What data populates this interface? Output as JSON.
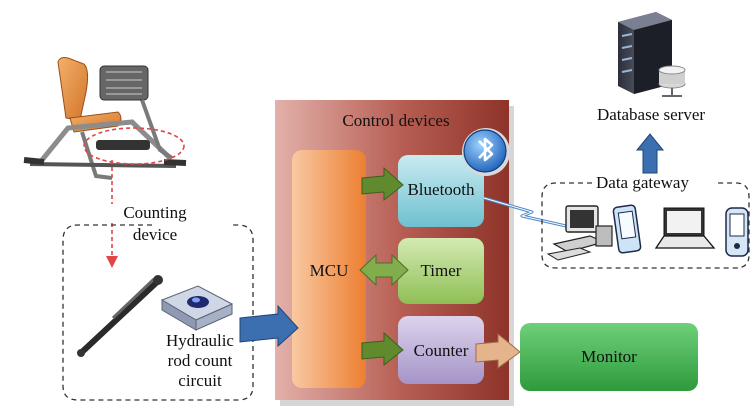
{
  "labels": {
    "control_devices": "Control devices",
    "mcu": "MCU",
    "bluetooth": "Bluetooth",
    "timer": "Timer",
    "counter": "Counter",
    "monitor": "Monitor",
    "database_server": "Database server",
    "data_gateway": "Data gateway",
    "counting_device_line1": "Counting",
    "counting_device_line2": "device",
    "hydraulic_line1": "Hydraulic",
    "hydraulic_line2": "rod count",
    "hydraulic_line3": "circuit"
  },
  "icons": [
    "exercise-machine-icon",
    "hydraulic-rod-icon",
    "sensor-chip-icon",
    "bluetooth-icon",
    "server-icon",
    "desktop-computer-icon",
    "pda-icon",
    "laptop-icon",
    "phone-icon"
  ],
  "colors": {
    "control_panel": "#a4463c",
    "mcu": "#ef8a3a",
    "bluetooth": "#8fd0dc",
    "timer": "#a6cc72",
    "counter": "#b8a8d2",
    "monitor": "#3fae4e",
    "arrow_blue": "#3c6fb0",
    "arrow_green": "#5f8a2e",
    "arrow_tan": "#e5b48d"
  }
}
